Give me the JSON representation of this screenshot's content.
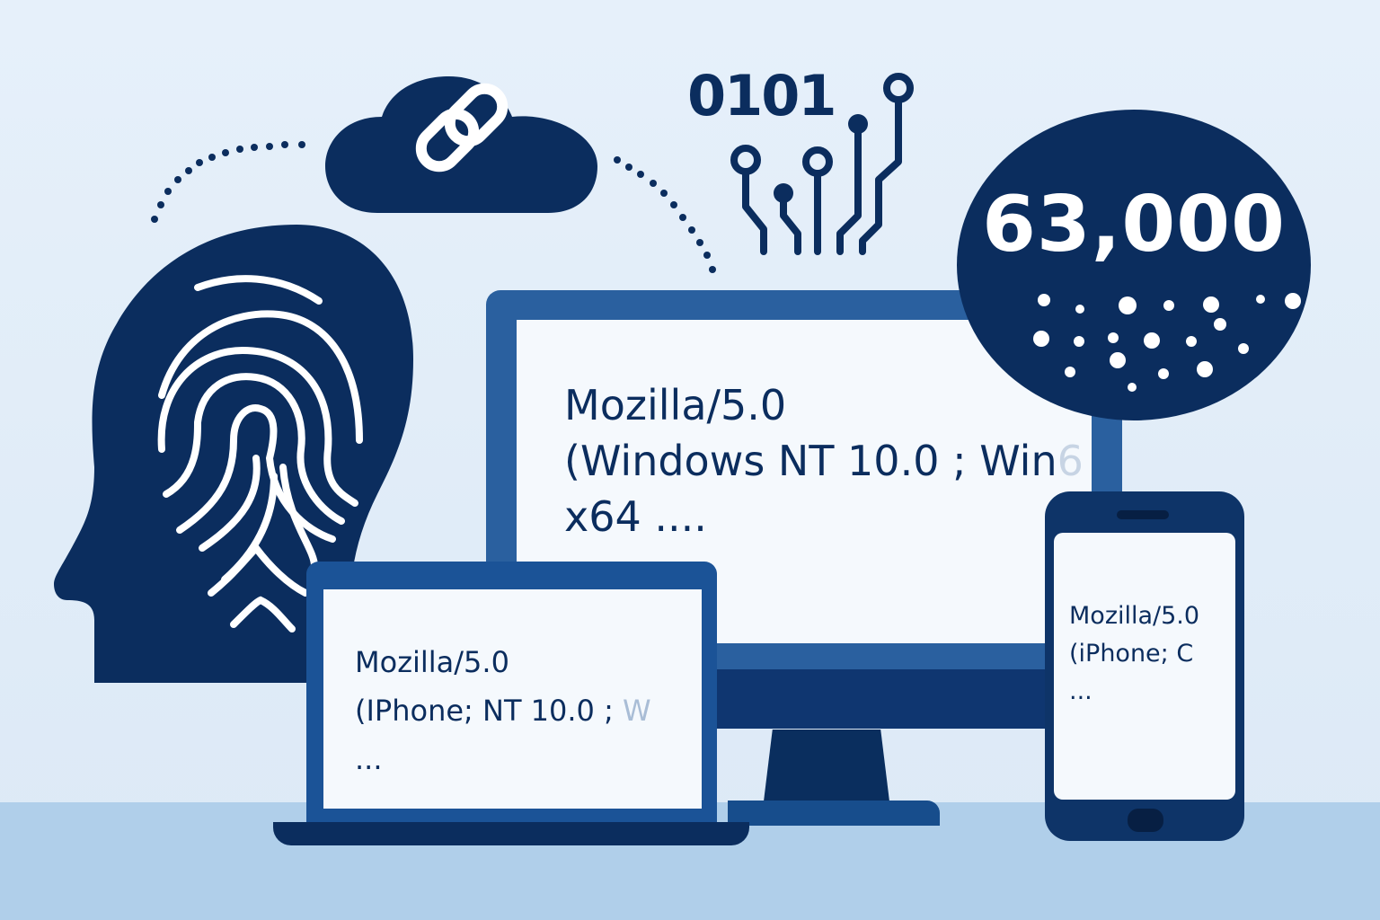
{
  "scene": {
    "title": "Browser fingerprinting / user-agent illustration",
    "colors": {
      "background": "#e3eef9",
      "floor": "#b0cfea",
      "navy": "#0b2d5e",
      "medium_blue": "#2a609f",
      "screen": "#f5f9fd"
    }
  },
  "icons": {
    "head": "head-with-fingerprint-icon",
    "cloud": "cloud-link-icon",
    "circuit": "circuit-icon"
  },
  "binary": {
    "text": "0101"
  },
  "stat": {
    "value": "63,000"
  },
  "monitor": {
    "line1": "Mozilla/5.0",
    "line2": "(Windows NT 10.0 ; Win",
    "line2_fade": "6",
    "line3": "x64 ...."
  },
  "laptop": {
    "line1": "Mozilla/5.0",
    "line2": "(IPhone; NT 10.0 ; ",
    "line2_fade": "W",
    "line3": "..."
  },
  "phone": {
    "line1": "Mozilla/5.0",
    "line2": "(iPhone; C",
    "line3": "..."
  }
}
